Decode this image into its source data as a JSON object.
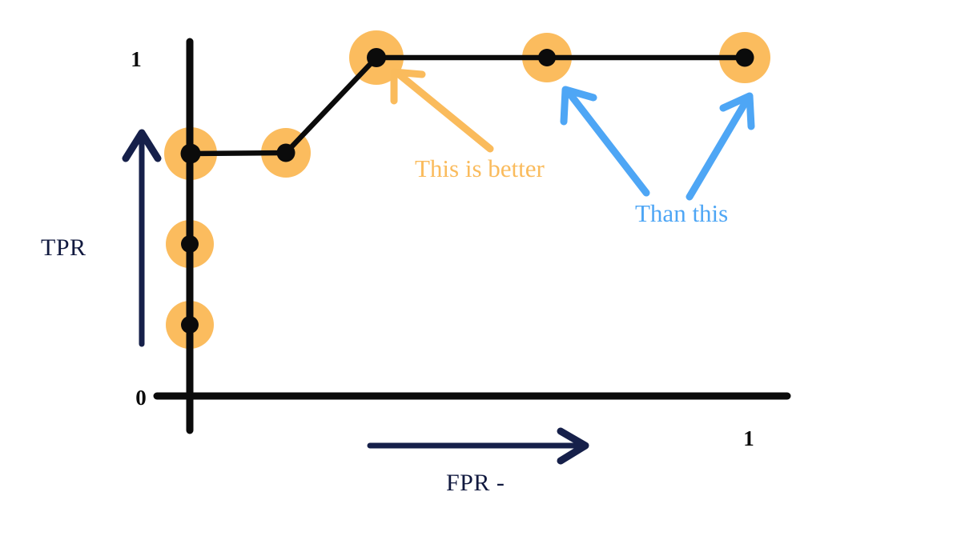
{
  "figure": {
    "kind": "roc-curve-sketch",
    "background_color": "#ffffff",
    "colors": {
      "ink": "#0b0b0b",
      "navy": "#16204a",
      "orange": "#fabb5c",
      "orange_highlight": "#fbbc5e",
      "blue": "#4ea6f5"
    }
  },
  "axes": {
    "y_axis_name": "TPR",
    "x_axis_name": "FPR -",
    "y_tick_top": "1",
    "origin_tick": "0",
    "x_tick_right": "1"
  },
  "annotations": {
    "orange_note": "This is better",
    "blue_note": "Than this"
  },
  "chart_data": {
    "type": "line",
    "title": "",
    "xlabel": "FPR -",
    "ylabel": "TPR",
    "xlim": [
      0,
      1
    ],
    "ylim": [
      0,
      1
    ],
    "grid": false,
    "legend": "none",
    "x": [
      0.0,
      0.0,
      0.0,
      0.16,
      0.31,
      0.59,
      0.92
    ],
    "y": [
      0.25,
      0.45,
      0.72,
      0.72,
      1.0,
      1.0,
      1.0
    ],
    "point_labels": [
      "(0, 0.25)",
      "(0, 0.45)",
      "(0, 0.72)",
      "(0.16, 0.72)",
      "(0.31, 1.0)",
      "(0.59, 1.0)",
      "(0.92, 1.0)"
    ],
    "highlighted_points": [
      0,
      1,
      2,
      3,
      4,
      5,
      6
    ],
    "notes": [
      "This is better",
      "Than this"
    ]
  }
}
